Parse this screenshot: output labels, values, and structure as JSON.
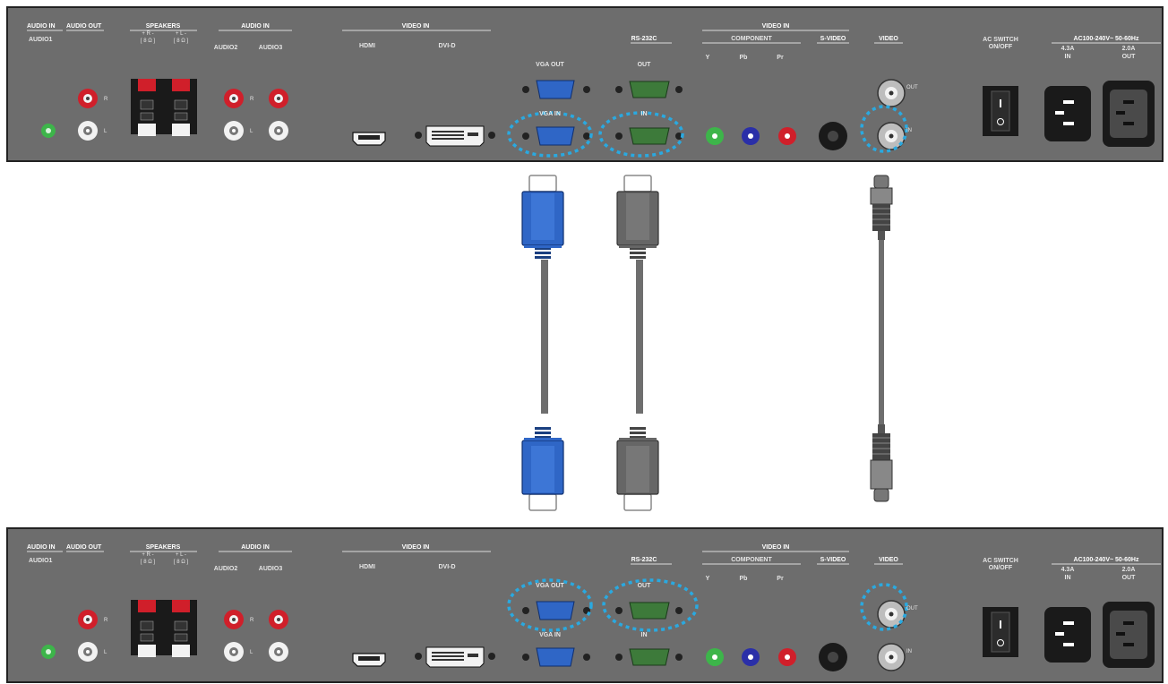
{
  "panel_labels": {
    "audio_in_1": "AUDIO IN",
    "audio_out": "AUDIO OUT",
    "audio1": "AUDIO1",
    "speakers": "SPEAKERS",
    "spk_r": "+ R -",
    "spk_l": "+ L -",
    "ohm_r": "[ 8 Ω ]",
    "ohm_l": "[ 8 Ω ]",
    "audio_in_23": "AUDIO IN",
    "audio2": "AUDIO2",
    "audio3": "AUDIO3",
    "r": "R",
    "l": "L",
    "video_in_1": "VIDEO IN",
    "hdmi": "HDMI",
    "dvi_d": "DVI-D",
    "vga_out": "VGA OUT",
    "vga_in": "VGA IN",
    "rs232c": "RS-232C",
    "out": "OUT",
    "in": "IN",
    "video_in_2": "VIDEO IN",
    "component": "COMPONENT",
    "y": "Y",
    "pb": "Pb",
    "pr": "Pr",
    "s_video": "S-VIDEO",
    "video": "VIDEO",
    "bnc_out": "OUT",
    "bnc_in": "IN",
    "ac_switch": "AC SWITCH",
    "on_off": "ON/OFF",
    "ac_spec": "AC100-240V~ 50-60Hz",
    "amp_in": "4.3A",
    "amp_out": "2.0A",
    "ac_in": "IN",
    "ac_out": "OUT"
  },
  "colors": {
    "panel": "#6d6d6d",
    "panel_border": "#222222",
    "highlight": "#2aa9e0",
    "vga_blue": "#2f66c6",
    "serial_green": "#3d7a3a",
    "jack_red": "#d01f2a",
    "jack_white": "#f2f2f2",
    "jack_green": "#3db54a",
    "jack_blue": "#2a2fa8",
    "cable_grey": "#6e6e6e"
  },
  "icons": [
    "vga-port-icon",
    "serial-port-icon",
    "rca-jack-icon",
    "bnc-port-icon",
    "hdmi-port-icon",
    "dvi-port-icon",
    "svideo-port-icon",
    "power-switch-icon",
    "power-inlet-icon",
    "power-outlet-icon",
    "speaker-terminal-icon",
    "vga-cable-icon",
    "serial-cable-icon",
    "bnc-cable-icon"
  ]
}
